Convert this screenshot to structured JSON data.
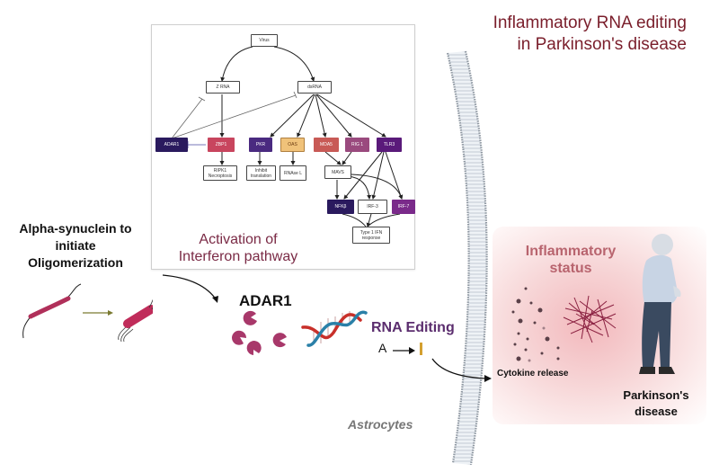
{
  "title": {
    "line1": "Inflammatory RNA editing",
    "line2": "in Parkinson's disease"
  },
  "interferon_panel": {
    "caption_line1": "Activation of",
    "caption_line2": "Interferon pathway",
    "nodes": {
      "virus": "Virus",
      "z_rna": "Z RNA",
      "dsrna": "dsRNA",
      "adar1": "ADAR1",
      "zbp1": "ZBP1",
      "pkr": "PKR",
      "oas": "OAS",
      "mda5": "MDA5",
      "rig1": "RIG 1",
      "tlr3": "TLR3",
      "ripk1": "RIPK1 Necroptosis",
      "inhibit_translation": "Inhibit translation",
      "rnase_l": "RNAse L",
      "mavs": "MAVS",
      "nfkb": "NFKβ",
      "irf3": "IRF-3",
      "irf7": "IRF-7",
      "type1_ifn": "Type 1 IFN response"
    },
    "colors": {
      "adar1": "#2a1a5e",
      "zbp1": "#c8455e",
      "pkr": "#4a2a80",
      "oas": "#f0c27a",
      "mda5": "#c85a56",
      "rig1": "#9a4a7e",
      "tlr3": "#5a1a7a",
      "nfkb": "#2a1a5e",
      "irf7": "#7a2a8a"
    }
  },
  "alpha_synuclein": {
    "line1": "Alpha-synuclein to",
    "line2": "initiate",
    "line3": "Oligomerization"
  },
  "adar1_label": "ADAR1",
  "rna_editing": {
    "label": "RNA Editing",
    "from": "A",
    "to": "I"
  },
  "astrocytes_label": "Astrocytes",
  "inflammatory": {
    "line1": "Inflammatory",
    "line2": "status",
    "cytokine_label": "Cytokine release",
    "disease_line1": "Parkinson's",
    "disease_line2": "disease"
  },
  "colors": {
    "title": "#7a1e2b",
    "caption": "#7a2a45",
    "protein": "#a8386a",
    "rna_editing": "#5b2d6e",
    "inflammatory_text": "#b8646e",
    "inosine": "#d4a030"
  }
}
